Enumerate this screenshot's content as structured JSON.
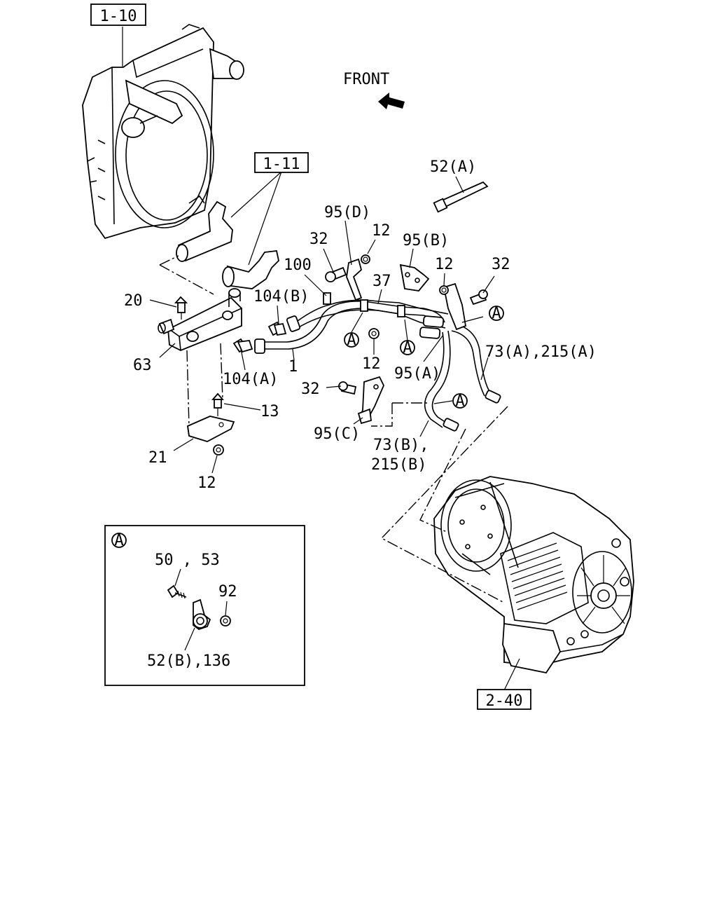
{
  "refs": {
    "r110": "1-10",
    "r111": "1-11",
    "r240": "2-40"
  },
  "front_label": "FRONT",
  "callouts": {
    "c52a": "52(A)",
    "c95d": "95(D)",
    "c12a": "12",
    "c32a": "32",
    "c95b": "95(B)",
    "c12b": "12",
    "c32b": "32",
    "c100": "100",
    "c37": "37",
    "c104b": "104(B)",
    "c20": "20",
    "c63": "63",
    "c104a": "104(A)",
    "c1": "1",
    "c12c": "12",
    "c95a": "95(A)",
    "c73a": "73(A),215(A)",
    "c32c": "32",
    "c13": "13",
    "c95c": "95(C)",
    "c73b1": "73(B),",
    "c73b2": "215(B)",
    "c21": "21",
    "c12d": "12"
  },
  "circle_marks": {
    "m1": "A",
    "m2": "A",
    "m3": "A",
    "m4": "A",
    "m5": "A"
  },
  "detail": {
    "mark": "A",
    "c5053": "50 , 53",
    "c92": "92",
    "c52b": "52(B),136"
  }
}
